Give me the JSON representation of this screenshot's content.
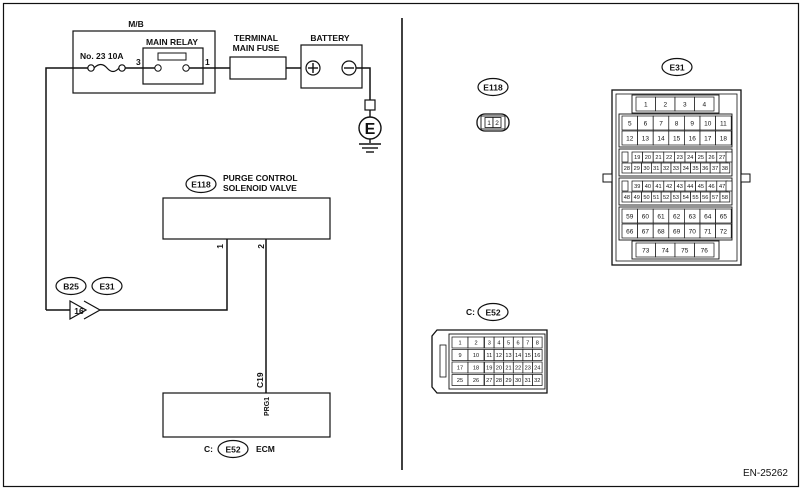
{
  "labels": {
    "mb": "M/B",
    "main_relay": "MAIN RELAY",
    "fuse": "No. 23  10A",
    "relay_pin_3": "3",
    "relay_pin_1": "1",
    "terminal_main_fuse_1": "TERMINAL",
    "terminal_main_fuse_2": "MAIN FUSE",
    "battery": "BATTERY",
    "ground": "E",
    "valve_connector": "E118",
    "valve_name_1": "PURGE CONTROL",
    "valve_name_2": "SOLENOID VALVE",
    "valve_pin_1": "1",
    "valve_pin_2": "2",
    "joint_b25": "B25",
    "joint_e31": "E31",
    "joint_pin": "16",
    "ecm_pin": "C19",
    "ecm_signal": "PRG1",
    "ecm_prefix": "C:",
    "ecm_connector": "E52",
    "ecm_name": "ECM",
    "conn_e118_title": "E118",
    "conn_e31_title": "E31",
    "conn_e52_prefix": "C:",
    "conn_e52_title": "E52",
    "doc_code": "EN-25262"
  },
  "connectors": {
    "e118_pins": [
      "1",
      "2"
    ],
    "e31_rows": [
      [
        "1",
        "2",
        "3",
        "4"
      ],
      [
        "5",
        "6",
        "7",
        "8",
        "9",
        "10",
        "11"
      ],
      [
        "12",
        "13",
        "14",
        "15",
        "16",
        "17",
        "18"
      ],
      [
        "19",
        "20",
        "21",
        "22",
        "23",
        "24",
        "25",
        "26",
        "27"
      ],
      [
        "28",
        "29",
        "30",
        "31",
        "32",
        "33",
        "34",
        "35",
        "36",
        "37",
        "38"
      ],
      [
        "39",
        "40",
        "41",
        "42",
        "43",
        "44",
        "45",
        "46",
        "47"
      ],
      [
        "48",
        "49",
        "50",
        "51",
        "52",
        "53",
        "54",
        "55",
        "56",
        "57",
        "58"
      ],
      [
        "59",
        "60",
        "61",
        "62",
        "63",
        "64",
        "65"
      ],
      [
        "66",
        "67",
        "68",
        "69",
        "70",
        "71",
        "72"
      ],
      [
        "73",
        "74",
        "75",
        "76"
      ]
    ],
    "e52_rows": [
      [
        "1",
        "2",
        "3",
        "4",
        "5",
        "6",
        "7",
        "8"
      ],
      [
        "9",
        "10",
        "11",
        "12",
        "13",
        "14",
        "15",
        "16"
      ],
      [
        "17",
        "18",
        "19",
        "20",
        "21",
        "22",
        "23",
        "24"
      ],
      [
        "25",
        "26",
        "27",
        "28",
        "29",
        "30",
        "31",
        "32"
      ]
    ]
  }
}
